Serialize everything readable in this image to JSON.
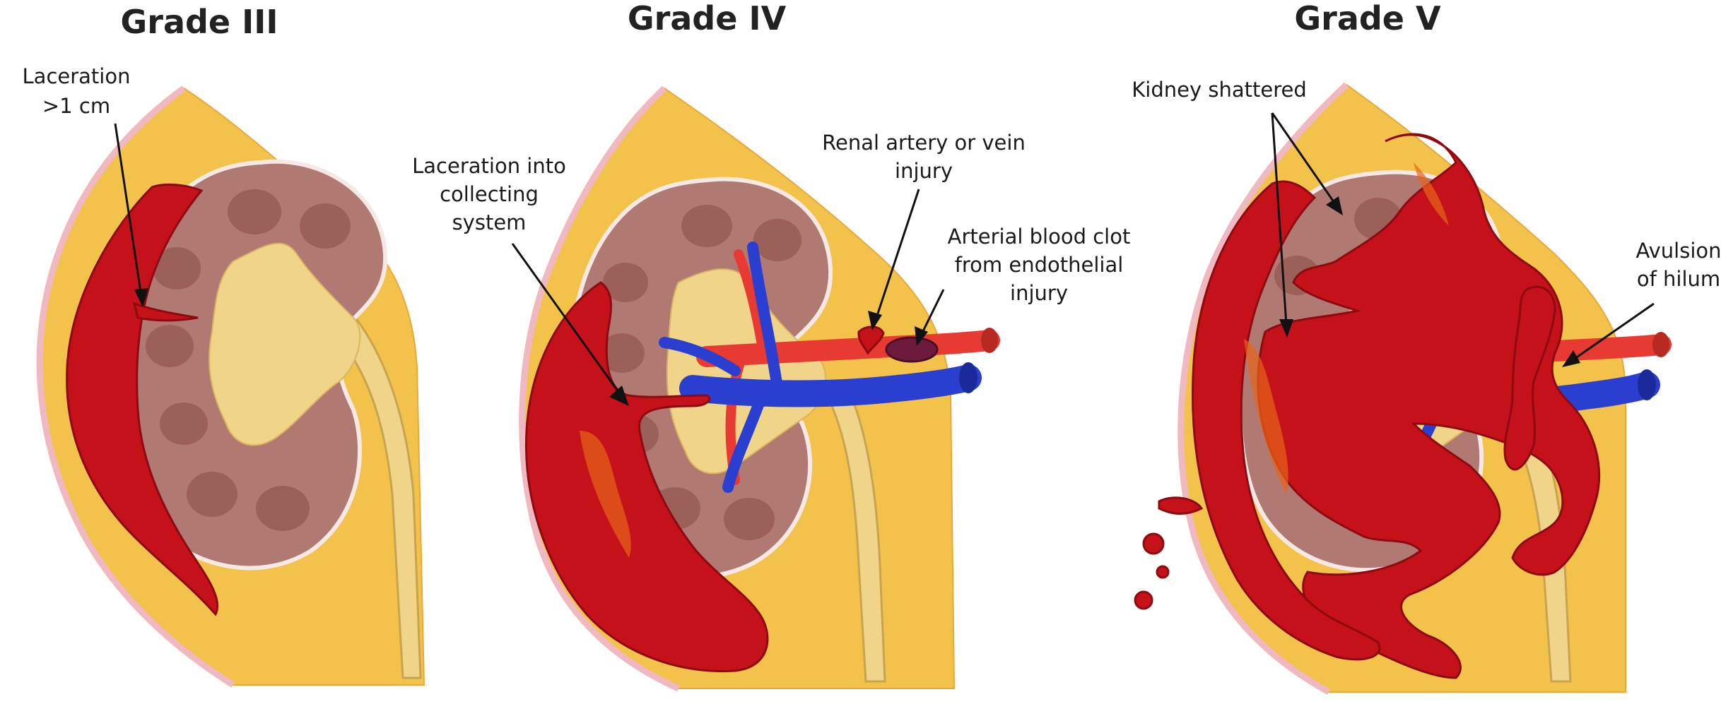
{
  "panels": [
    {
      "title": "Grade III",
      "labels": [
        {
          "text_lines": [
            "Laceration",
            ">1 cm"
          ]
        }
      ]
    },
    {
      "title": "Grade IV",
      "labels": [
        {
          "text_lines": [
            "Laceration into",
            "collecting",
            "system"
          ]
        },
        {
          "text_lines": [
            "Renal artery or vein",
            "injury"
          ]
        },
        {
          "text_lines": [
            "Arterial blood clot",
            "from endothelial",
            "injury"
          ]
        }
      ]
    },
    {
      "title": "Grade V",
      "labels": [
        {
          "text_lines": [
            "Kidney shattered"
          ]
        },
        {
          "text_lines": [
            "Avulsion",
            "of hilum"
          ]
        }
      ]
    }
  ],
  "colors": {
    "fat": "#f3c24a",
    "kidney_cortex": "#b07a72",
    "blood": "#c4111a",
    "vein": "#2a3fd0",
    "artery": "#e63a32",
    "ureter": "#f0d48a"
  }
}
